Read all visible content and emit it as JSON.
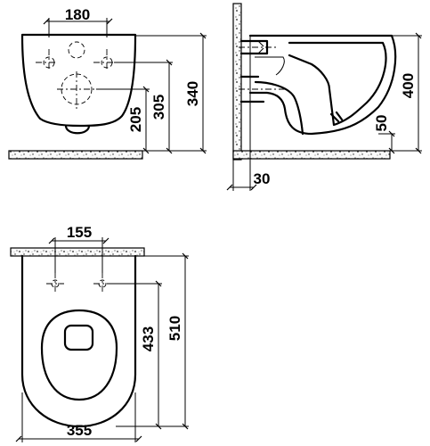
{
  "front_view": {
    "dims": {
      "hole_spacing": "180",
      "inlet_height": "305",
      "total_height": "340",
      "outlet_height": "205"
    }
  },
  "side_view": {
    "dims": {
      "height": "400",
      "outlet": "50",
      "wall_gap": "30"
    }
  },
  "top_view": {
    "dims": {
      "hole_spacing": "155",
      "length": "510",
      "bowl_length": "433",
      "width": "355"
    }
  }
}
